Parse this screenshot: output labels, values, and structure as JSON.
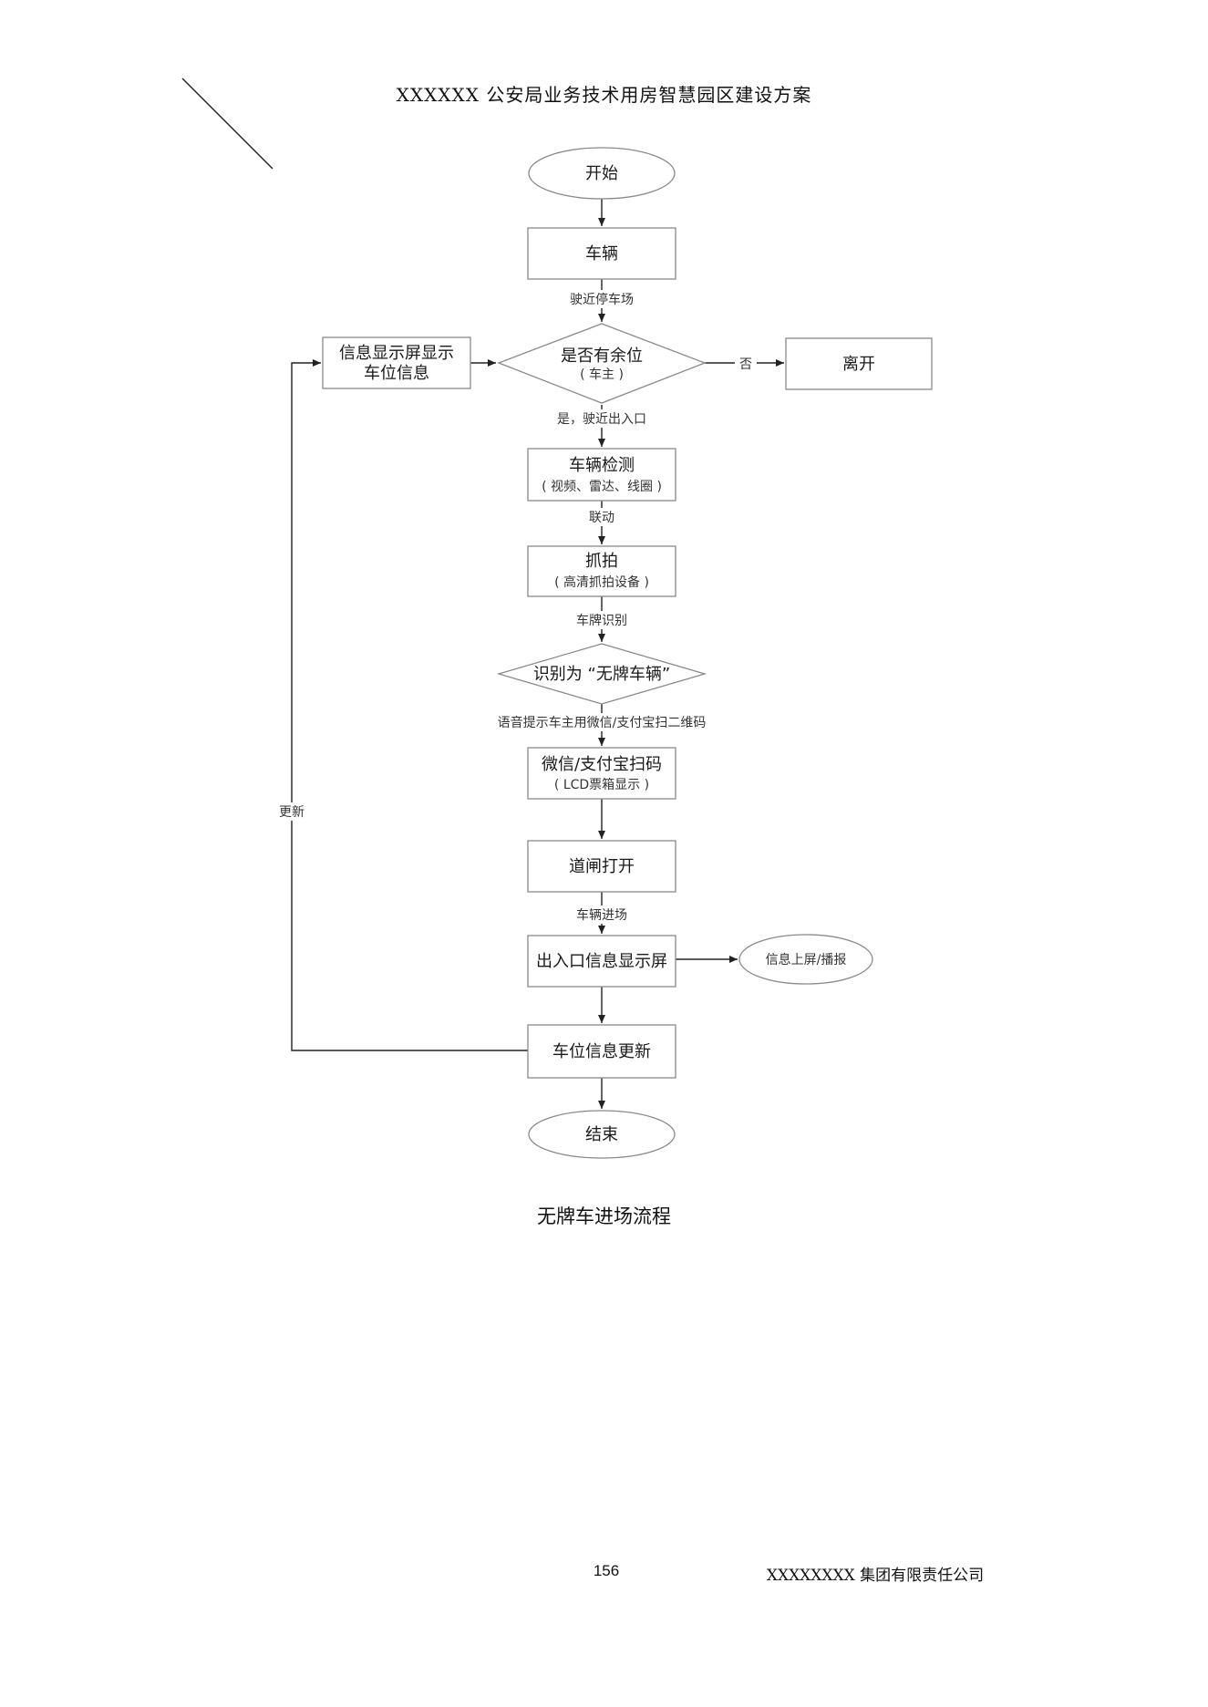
{
  "header": {
    "title": "XXXXXX 公安局业务技术用房智慧园区建设方案"
  },
  "flowchart": {
    "start": "开始",
    "vehicle": "车辆",
    "edge_approach": "驶近停车场",
    "decision_space": "是否有余位",
    "decision_space_sub": "( 车主 )",
    "edge_no": "否",
    "leave": "离开",
    "display_info_line1": "信息显示屏显示",
    "display_info_line2": "车位信息",
    "edge_yes": "是，驶近出入口",
    "detect": "车辆检测",
    "detect_sub": "( 视频、雷达、线圈 )",
    "edge_link": "联动",
    "capture": "抓拍",
    "capture_sub": "( 高清抓拍设备 )",
    "edge_plate": "车牌识别",
    "decision_plate": "识别为 “无牌车辆”",
    "edge_voice": "语音提示车主用微信/支付宝扫二维码",
    "scan": "微信/支付宝扫码",
    "scan_sub": "( LCD票箱显示 )",
    "gate": "道闸打开",
    "edge_enter": "车辆进场",
    "io_display": "出入口信息显示屏",
    "broadcast": "信息上屏/播报",
    "space_update": "车位信息更新",
    "edge_update": "更新",
    "end": "结束"
  },
  "caption": "无牌车进场流程",
  "footer": {
    "page_number": "156",
    "company": "XXXXXXXX 集团有限责任公司"
  }
}
